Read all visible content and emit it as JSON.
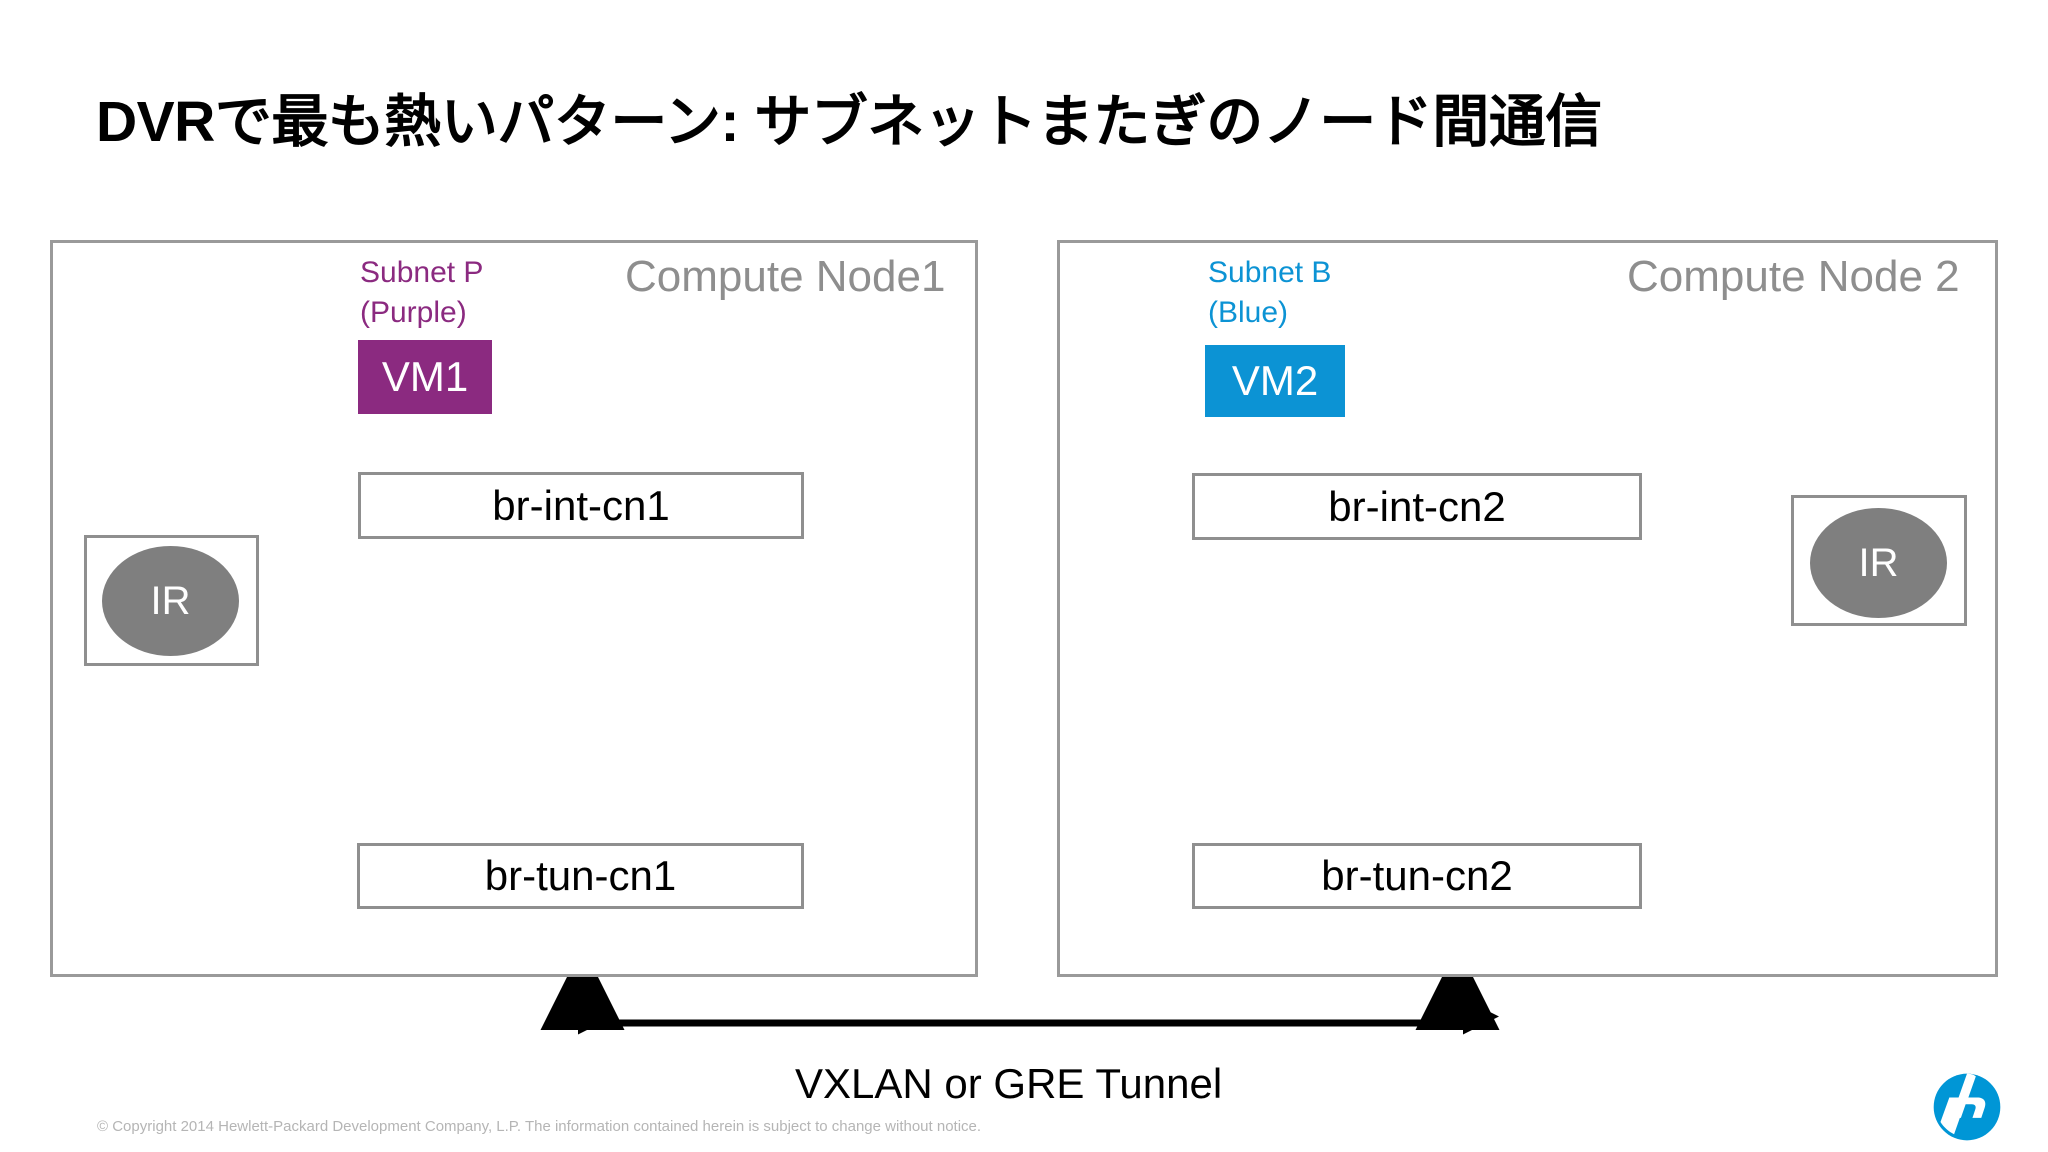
{
  "slide": {
    "title": "DVRで最も熱いパターン: サブネットまたぎのノード間通信",
    "footer": "© Copyright 2014 Hewlett-Packard Development Company, L.P.  The information contained herein is subject to change without notice.",
    "logo_name": "hp-logo"
  },
  "colors": {
    "purple": "#8B2A80",
    "blue": "#0C93D4",
    "gray_border": "#8f8f8f",
    "gray_node_border": "#9a9a9a",
    "gray_title": "#8e8e8e",
    "gray_oval": "#7f7f7f",
    "black": "#000000",
    "footer_gray": "#b5b5b5"
  },
  "nodes": [
    {
      "id": "compute-node-1",
      "title": "Compute Node1",
      "subnet": {
        "line1": "Subnet P",
        "line2": "(Purple)",
        "color": "#8B2A80"
      },
      "vm": {
        "label": "VM1",
        "color": "#8B2A80"
      },
      "br_int": {
        "label": "br-int-cn1"
      },
      "br_tun": {
        "label": "br-tun-cn1"
      },
      "ir": {
        "label": "IR"
      }
    },
    {
      "id": "compute-node-2",
      "title": "Compute Node 2",
      "subnet": {
        "line1": "Subnet B",
        "line2": "(Blue)",
        "color": "#0C93D4"
      },
      "vm": {
        "label": "VM2",
        "color": "#0C93D4"
      },
      "br_int": {
        "label": "br-int-cn2"
      },
      "br_tun": {
        "label": "br-tun-cn2"
      },
      "ir": {
        "label": "IR"
      }
    }
  ],
  "tunnel": {
    "label": "VXLAN or GRE Tunnel"
  }
}
